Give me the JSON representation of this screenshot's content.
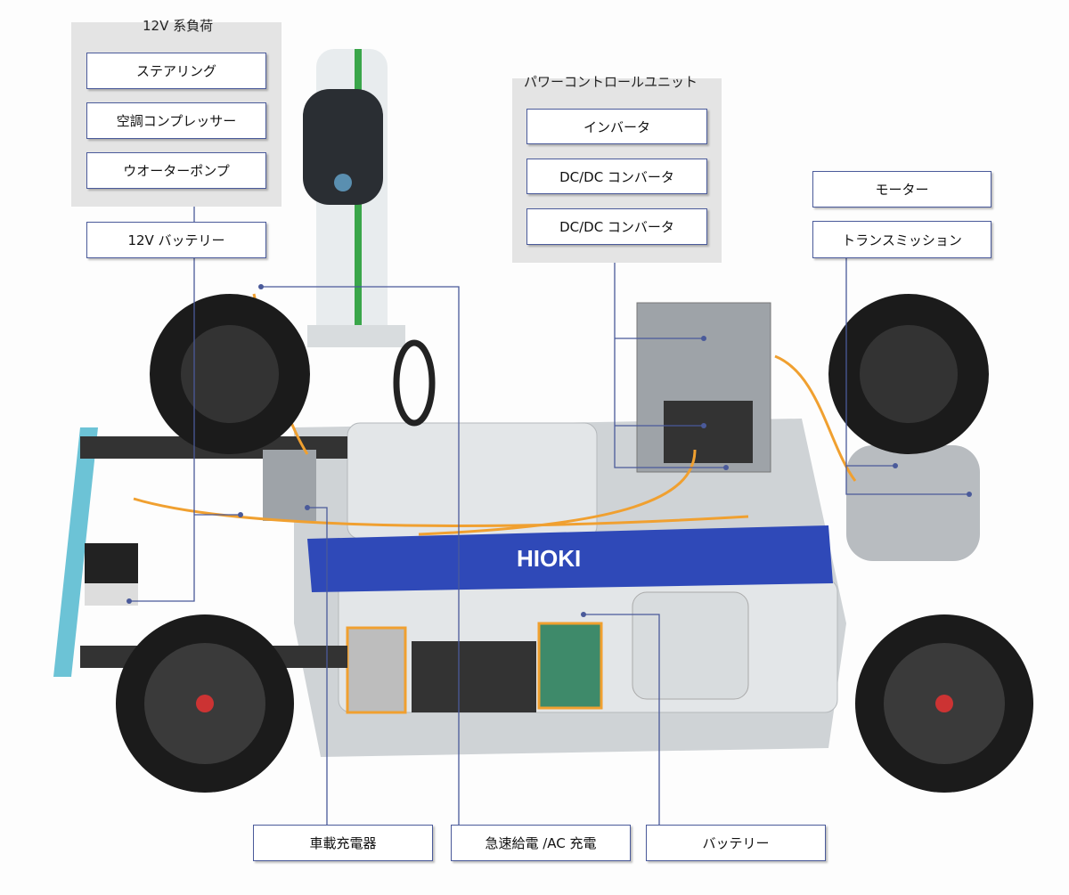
{
  "groups": {
    "load_12v": {
      "title": "12V 系負荷",
      "items": [
        "ステアリング",
        "空調コンプレッサー",
        "ウオーターポンプ"
      ]
    },
    "pcu": {
      "title": "パワーコントロールユニット",
      "items": [
        "インバータ",
        "DC/DC コンバータ",
        "DC/DC コンバータ"
      ]
    }
  },
  "labels": {
    "battery_12v": "12V バッテリー",
    "motor": "モーター",
    "transmission": "トランスミッション",
    "onboard_charger": "車載充電器",
    "quick_charge": "急速給電 /AC 充電",
    "battery": "バッテリー"
  },
  "photo": {
    "brand": "HIOKI"
  },
  "colors": {
    "box_border": "#4a5a9a",
    "leader": "#4a5a9a",
    "beam": "#2f49b8",
    "cable": "#f0a030"
  }
}
